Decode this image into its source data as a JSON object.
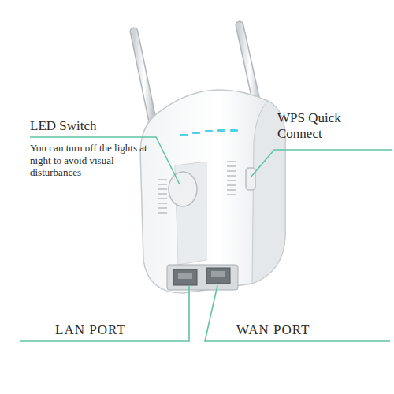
{
  "diagram": {
    "labels": [
      "LED Switch",
      "You can turn off the lights at night to avoid visual disturbances",
      "WPS Quick Connect",
      "LAN PORT",
      "WAN PORT"
    ]
  }
}
